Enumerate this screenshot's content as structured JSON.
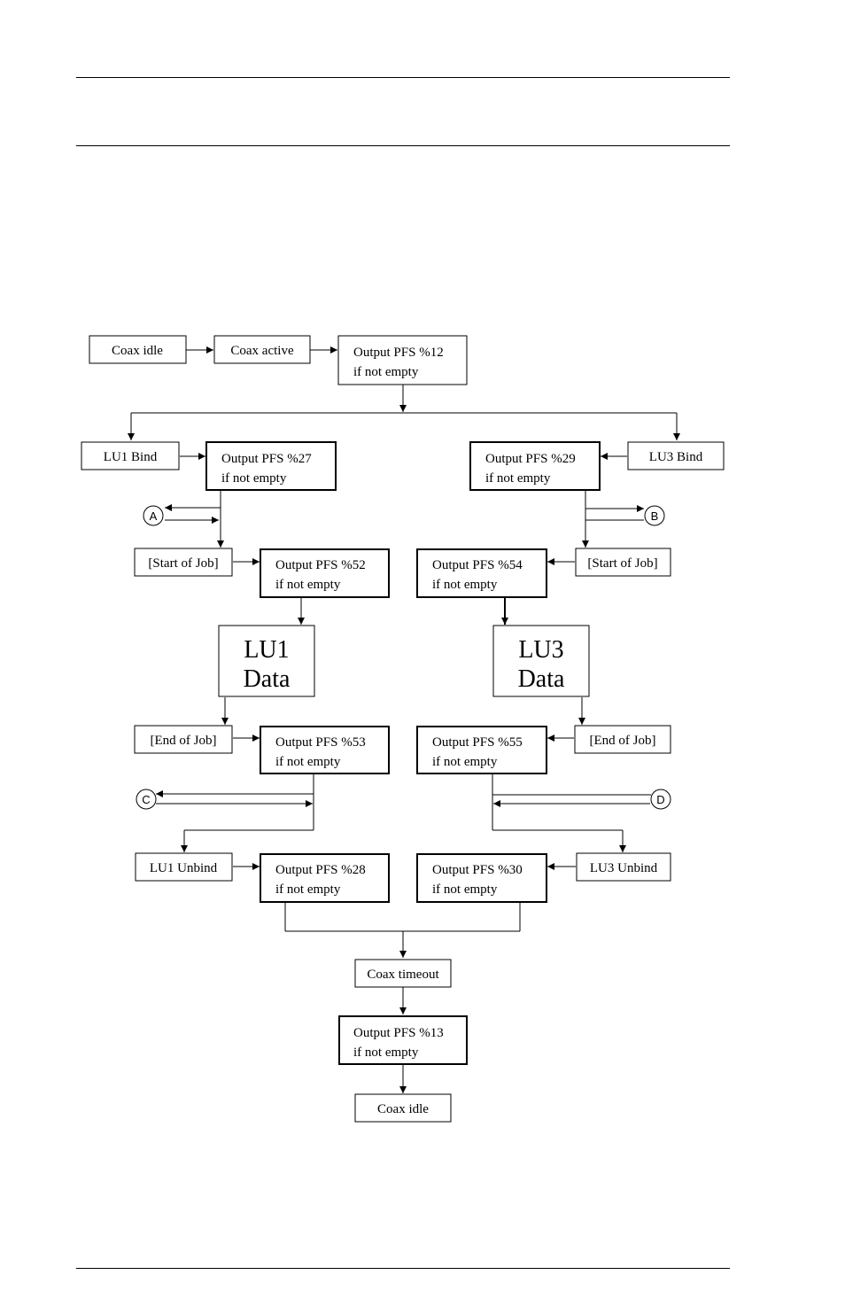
{
  "boxes": {
    "coax_idle_top": "Coax idle",
    "coax_active": "Coax active",
    "pfs12": [
      "Output PFS %12",
      "if not empty"
    ],
    "lu1_bind": "LU1 Bind",
    "lu3_bind": "LU3 Bind",
    "pfs27": [
      "Output PFS %27",
      "if not empty"
    ],
    "pfs29": [
      "Output PFS %29",
      "if not empty"
    ],
    "lu1_start_job": "[Start of Job]",
    "lu3_start_job": "[Start of Job]",
    "pfs52": [
      "Output PFS %52",
      "if not empty"
    ],
    "pfs54": [
      "Output PFS %54",
      "if not empty"
    ],
    "lu1_data": [
      "LU1",
      "Data"
    ],
    "lu3_data": [
      "LU3",
      "Data"
    ],
    "lu1_end_job": "[End of Job]",
    "lu3_end_job": "[End of Job]",
    "pfs53": [
      "Output PFS %53",
      "if not empty"
    ],
    "pfs55": [
      "Output PFS %55",
      "if not empty"
    ],
    "lu1_unbind": "LU1 Unbind",
    "lu3_unbind": "LU3 Unbind",
    "pfs28": [
      "Output PFS %28",
      "if not empty"
    ],
    "pfs30": [
      "Output PFS %30",
      "if not empty"
    ],
    "coax_timeout": "Coax timeout",
    "pfs13": [
      "Output PFS %13",
      "if not empty"
    ],
    "coax_idle_bottom": "Coax idle"
  },
  "connectors": {
    "a": "A",
    "b": "B",
    "c": "C",
    "d": "D"
  }
}
